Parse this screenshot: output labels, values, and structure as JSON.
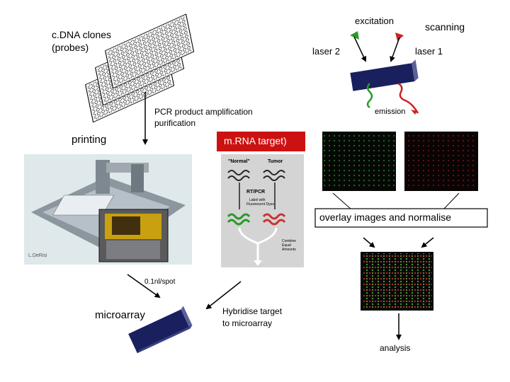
{
  "labels": {
    "cdna_clones": "c.DNA clones",
    "cdna_probes": "(probes)",
    "excitation": "excitation",
    "scanning": "scanning",
    "laser2": "laser 2",
    "laser1": "laser 1",
    "emission": "emission",
    "pcr_line1": "PCR product amplification",
    "pcr_line2": "purification",
    "printing": "printing",
    "mrna_target": "m.RNA target)",
    "overlay": "overlay images and normalise",
    "spot_volume": "0.1nl/spot",
    "microarray": "microarray",
    "hybridise_line1": "Hybridise target",
    "hybridise_line2": "to microarray",
    "analysis": "analysis"
  },
  "gel_panel": {
    "normal": "\"Normal\"",
    "tumor": "Tumor",
    "rt_pcr": "RT/PCR",
    "label_line1": "Label with",
    "label_line2": "Fluorescent Dyes",
    "combine_line1": "Combine",
    "combine_line2": "Equal",
    "combine_line3": "Amounts"
  },
  "robot_caption": "L.DeRisi",
  "colors": {
    "laser_green": "#2a9a2a",
    "laser_red": "#cc2222",
    "slide_navy": "#1a1f5e",
    "mrna_bg": "#cc1111",
    "overlay_border": "#000000"
  }
}
